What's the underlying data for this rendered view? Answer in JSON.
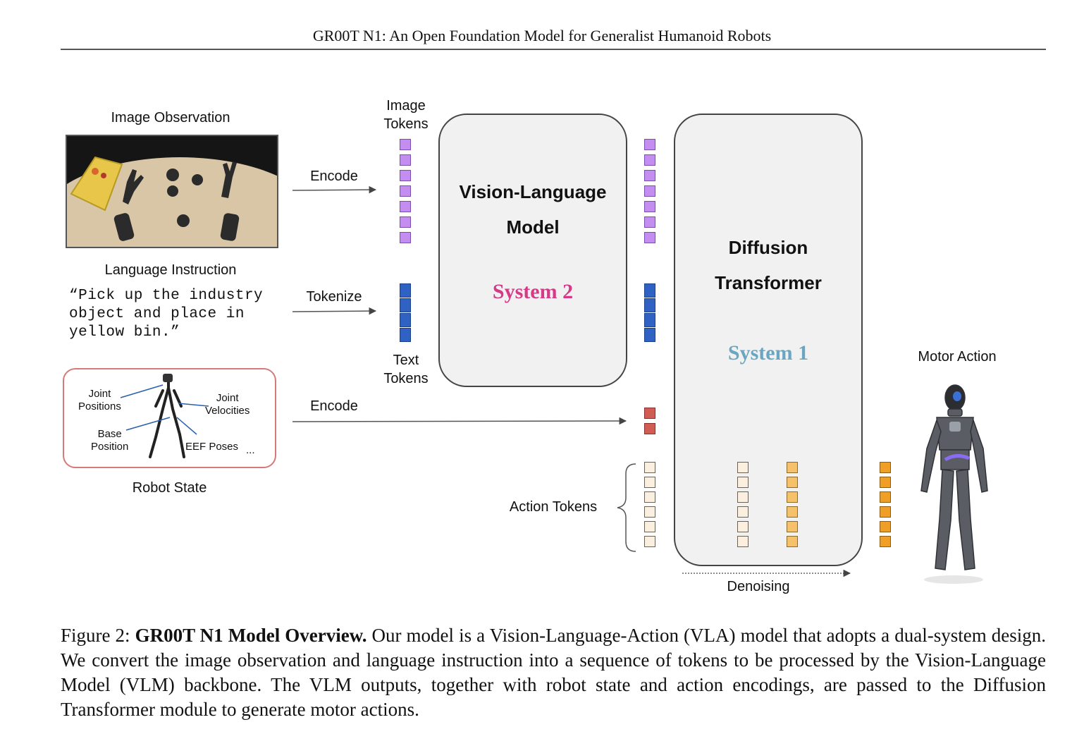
{
  "header": {
    "title": "GR00T N1: An Open Foundation Model for Generalist Humanoid Robots"
  },
  "inputs": {
    "image_observation": "Image Observation",
    "language_instruction": "Language Instruction",
    "instruction_text": [
      "“Pick up the industry",
      "object and place in",
      "yellow bin.”"
    ],
    "robot_state": "Robot State",
    "robot_state_labels": {
      "joint_positions": [
        "Joint",
        "Positions"
      ],
      "joint_velocities": [
        "Joint",
        "Velocities"
      ],
      "base_position": [
        "Base",
        "Position"
      ],
      "eef_poses": "EEF Poses",
      "ellipsis": "..."
    }
  },
  "arrows": {
    "encode_image": "Encode",
    "tokenize": "Tokenize",
    "encode_state": "Encode"
  },
  "tokens": {
    "image_tokens": [
      "Image",
      "Tokens"
    ],
    "text_tokens": [
      "Text",
      "Tokens"
    ],
    "action_tokens": "Action Tokens"
  },
  "vlm": {
    "title": [
      "Vision-Language",
      "Model"
    ],
    "system": "System 2"
  },
  "dit": {
    "title": [
      "Diffusion",
      "Transformer"
    ],
    "system": "System 1",
    "denoising": "Denoising"
  },
  "output": {
    "motor_action": "Motor Action"
  },
  "caption": {
    "prefix": "Figure 2: ",
    "bold": "GR00T N1 Model Overview.",
    "body": " Our model is a Vision-Language-Action (VLA) model that adopts a dual-system design. We convert the image observation and language instruction into a sequence of tokens to be processed by the Vision-Language Model (VLM) backbone. The VLM outputs, together with robot state and action encodings, are passed to the Diffusion Transformer module to generate motor actions."
  },
  "colors": {
    "system2": "#d63a86",
    "system1": "#6aa6c2",
    "image_token": "#c48ef0",
    "text_token": "#2f62c2",
    "state_token": "#d05c54",
    "action_token_noisy": "#fbf0df",
    "action_token_mid": "#f5c16a",
    "action_token_out": "#ef9f26"
  }
}
